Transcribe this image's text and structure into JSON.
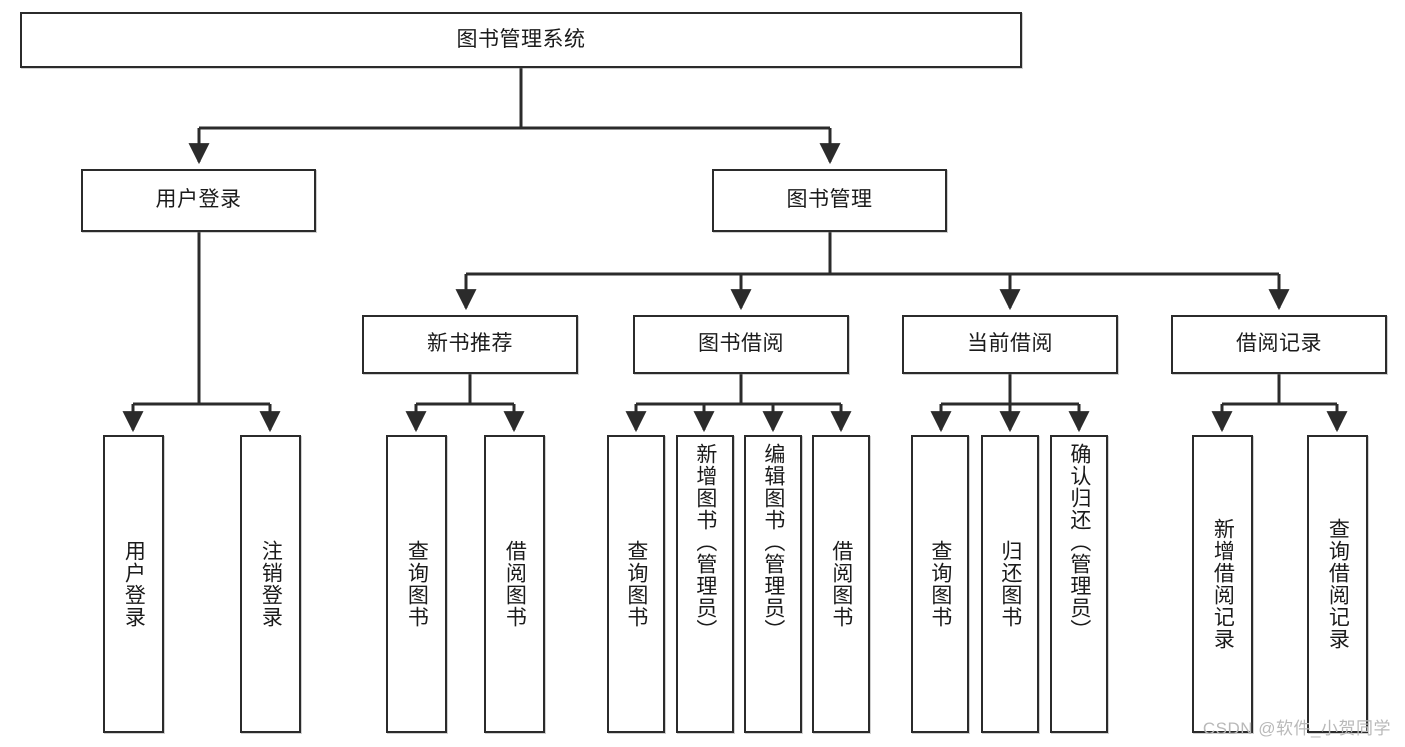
{
  "diagram": {
    "title_text": "图书管理系统",
    "watermark": "CSDN @软件_小贺同学",
    "line_color": "#2b2b2b",
    "box_fill": "#ffffff",
    "text_color": "#1b1b1b",
    "watermark_color": "#b9b9b9",
    "root": {
      "id": "root",
      "label": "图书管理系统"
    },
    "level2": [
      {
        "id": "user-login",
        "label": "用户登录"
      },
      {
        "id": "book-manage",
        "label": "图书管理"
      }
    ],
    "level3": [
      {
        "id": "new-book-recommend",
        "label": "新书推荐"
      },
      {
        "id": "book-borrow",
        "label": "图书借阅"
      },
      {
        "id": "current-borrow",
        "label": "当前借阅"
      },
      {
        "id": "borrow-record",
        "label": "借阅记录"
      }
    ],
    "leaves": {
      "user_login": [
        {
          "id": "leaf-user-login",
          "label": "用户登录"
        },
        {
          "id": "leaf-logout-login",
          "label": "注销登录"
        }
      ],
      "new_book_recommend": [
        {
          "id": "leaf-query-book-1",
          "label": "查询图书"
        },
        {
          "id": "leaf-borrow-book-1",
          "label": "借阅图书"
        }
      ],
      "book_borrow": [
        {
          "id": "leaf-query-book-2",
          "label": "查询图书"
        },
        {
          "id": "leaf-add-book",
          "label": "新增图书（管理员）"
        },
        {
          "id": "leaf-edit-book",
          "label": "编辑图书（管理员）"
        },
        {
          "id": "leaf-borrow-book-2",
          "label": "借阅图书"
        }
      ],
      "current_borrow": [
        {
          "id": "leaf-query-book-3",
          "label": "查询图书"
        },
        {
          "id": "leaf-return-book",
          "label": "归还图书"
        },
        {
          "id": "leaf-confirm-return",
          "label": "确认归还（管理员）"
        }
      ],
      "borrow_record": [
        {
          "id": "leaf-add-record",
          "label": "新增借阅记录"
        },
        {
          "id": "leaf-query-record",
          "label": "查询借阅记录"
        }
      ]
    }
  }
}
